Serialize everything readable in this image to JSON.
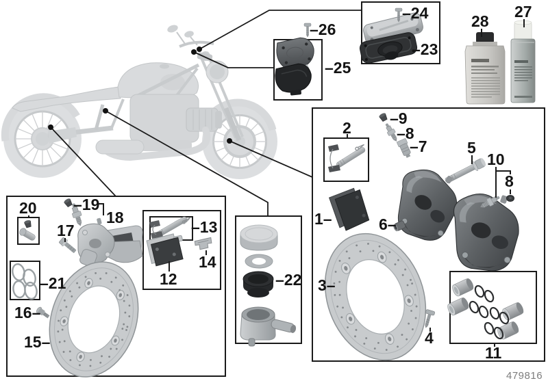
{
  "figure": {
    "doc_number": "479816",
    "background": "#ffffff",
    "line_color": "#1a1a1a",
    "muted_text_color": "#7d7d7d"
  },
  "callouts": {
    "c1": "1–",
    "c2": "2",
    "c3": "3–",
    "c4": "4",
    "c5": "5",
    "c6": "6–",
    "c7": "–7",
    "c8a": "–8",
    "c8b": "8",
    "c9": "–9",
    "c10": "10",
    "c11": "11",
    "c12": "12",
    "c13": "–13",
    "c14": "14",
    "c15": "15–",
    "c16": "16–",
    "c17": "17",
    "c18": "18",
    "c19": "–19",
    "c20": "20",
    "c21": "–21",
    "c22": "–22",
    "c23": "–23",
    "c24": "–24",
    "c25": "–25",
    "c26": "–26",
    "c27": "27",
    "c28": "28"
  }
}
